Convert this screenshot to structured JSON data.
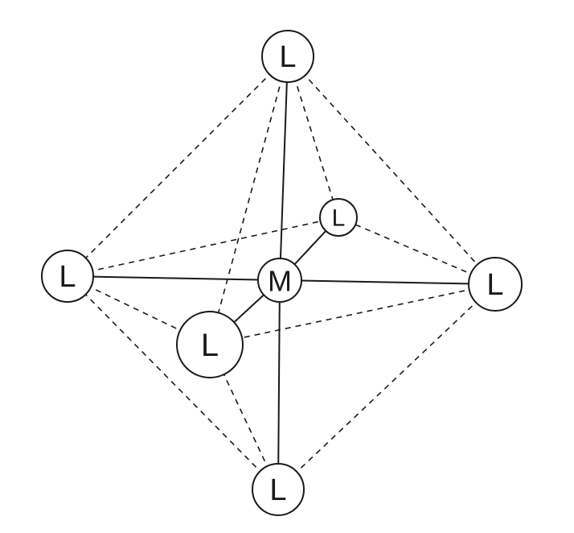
{
  "diagram": {
    "metal": {
      "label": "M"
    },
    "ligands": [
      {
        "id": "top",
        "label": "L"
      },
      {
        "id": "back",
        "label": "L"
      },
      {
        "id": "left",
        "label": "L"
      },
      {
        "id": "right",
        "label": "L"
      },
      {
        "id": "front",
        "label": "L"
      },
      {
        "id": "bottom",
        "label": "L"
      }
    ]
  }
}
